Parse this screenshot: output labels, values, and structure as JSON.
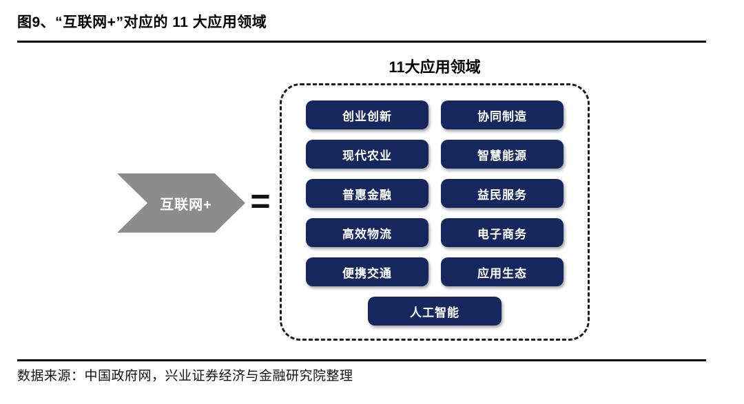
{
  "figure": {
    "title": "图9、“互联网+”对应的 11 大应用领域",
    "source": "数据来源：中国政府网，兴业证券经济与金融研究院整理"
  },
  "diagram": {
    "header": "11大应用领域",
    "input_label": "互联网+",
    "equals_sign": "=",
    "domains": [
      "创业创新",
      "协同制造",
      "现代农业",
      "智慧能源",
      "普惠金融",
      "益民服务",
      "高效物流",
      "电子商务",
      "便携交通",
      "应用生态",
      "人工智能"
    ]
  },
  "colors": {
    "navy": "#16275e",
    "gray": "#8c8c8c",
    "line": "#000000"
  }
}
